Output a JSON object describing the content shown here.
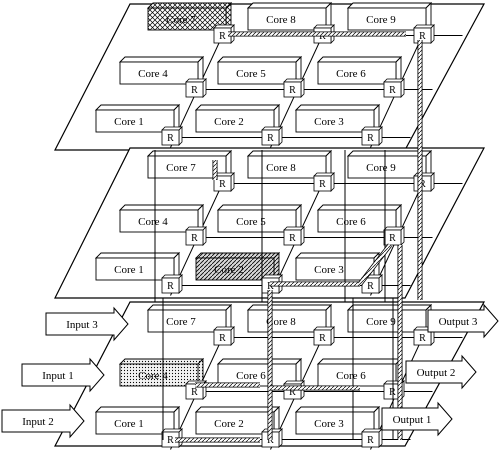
{
  "layers": [
    {
      "cores": [
        "Core 1",
        "Core 2",
        "Core 3",
        "Core 4",
        "Core 5",
        "Core 6",
        "Core 7",
        "Core 8",
        "Core 9"
      ],
      "router_label": "R"
    },
    {
      "cores": [
        "Core 1",
        "Core 2",
        "Core 3",
        "Core 4",
        "Core 5",
        "Core 6",
        "Core 7",
        "Core 8",
        "Core 9"
      ],
      "router_label": "R"
    },
    {
      "cores": [
        "Core 1",
        "Core 2",
        "Core 3",
        "Core 4",
        "Core 6",
        "Core 6",
        "Core 7",
        "Core 8",
        "Core 9"
      ],
      "router_label": "R"
    }
  ],
  "inputs": [
    "Input 3",
    "Input 1",
    "Input 2"
  ],
  "outputs": [
    "Output 3",
    "Output 2",
    "Output 1"
  ],
  "highlighted_cores": [
    {
      "layer": 0,
      "core": 7,
      "style": "crosshatch"
    },
    {
      "layer": 1,
      "core": 2,
      "style": "hatched"
    },
    {
      "layer": 2,
      "core": 4,
      "style": "dotted"
    }
  ]
}
